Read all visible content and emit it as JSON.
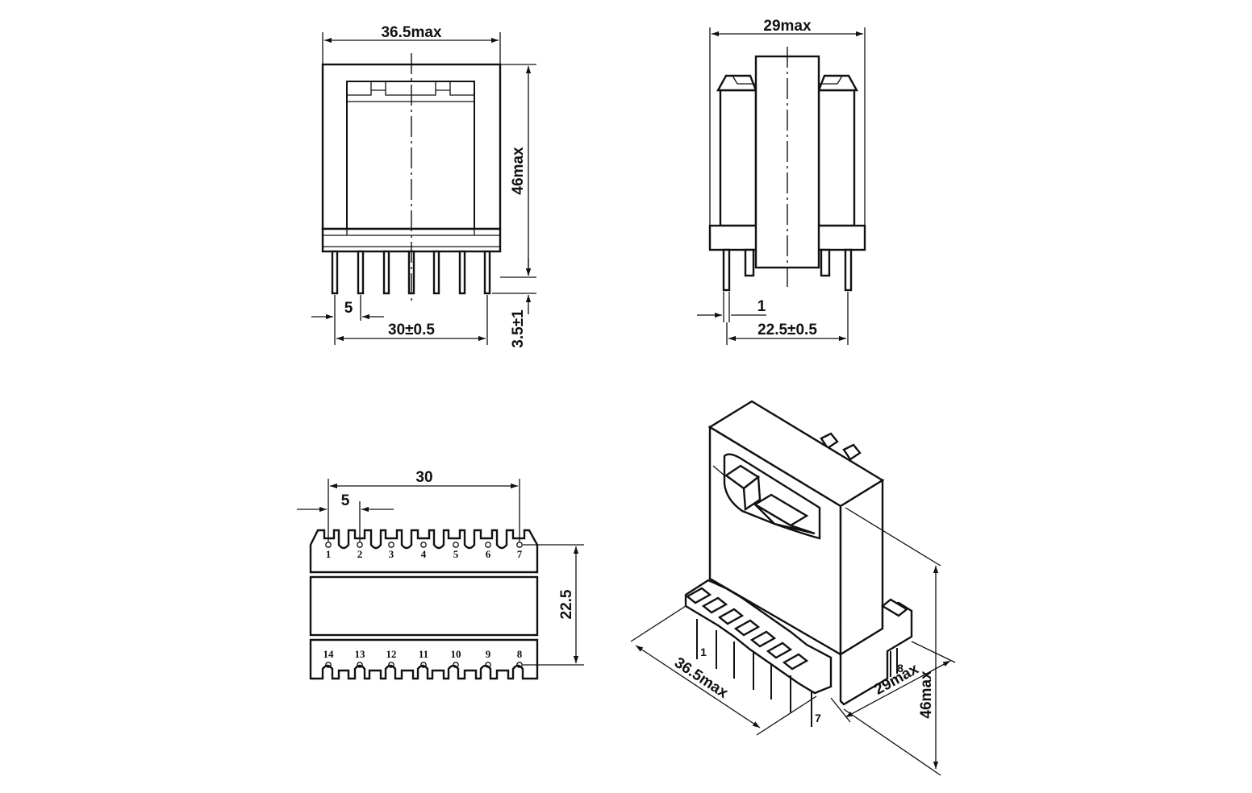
{
  "front_view": {
    "width_label": "36.5max",
    "height_label": "46max",
    "pitch_label": "5",
    "span_label": "30±0.5",
    "standoff_label": "3.5±1"
  },
  "side_view": {
    "width_label": "29max",
    "pin_label": "1",
    "span_label": "22.5±0.5"
  },
  "bottom_view": {
    "span_label": "30",
    "pitch_label": "5",
    "row_spacing_label": "22.5",
    "top_pins": [
      "1",
      "2",
      "3",
      "4",
      "5",
      "6",
      "7"
    ],
    "bottom_pins": [
      "14",
      "13",
      "12",
      "11",
      "10",
      "9",
      "8"
    ]
  },
  "iso_view": {
    "length_label": "36.5max",
    "depth_label": "29max",
    "height_label": "46max",
    "pin1_label": "1",
    "pin7_label": "7",
    "pin8_label": "8"
  }
}
